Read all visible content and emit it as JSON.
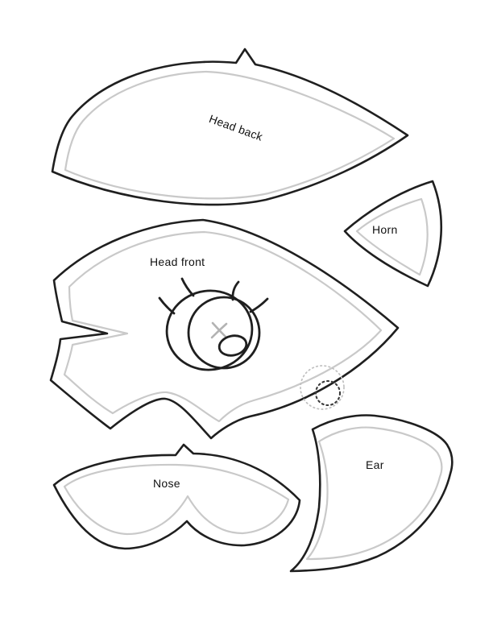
{
  "page": {
    "background": "#ffffff"
  },
  "colors": {
    "page_background": "#ffffff",
    "cut_line": "#1f1f1f",
    "seam_line": "#c9c9c9",
    "label": "#111111",
    "x_mark": "#b3b3b3",
    "placement_dots_outer": "#c0c0c0",
    "placement_dots_inner": "#3a3a3a"
  },
  "pieces": {
    "head_back": {
      "label": "Head back"
    },
    "horn": {
      "label": "Horn"
    },
    "head_front": {
      "label": "Head front"
    },
    "nose": {
      "label": "Nose"
    },
    "ear": {
      "label": "Ear"
    }
  }
}
